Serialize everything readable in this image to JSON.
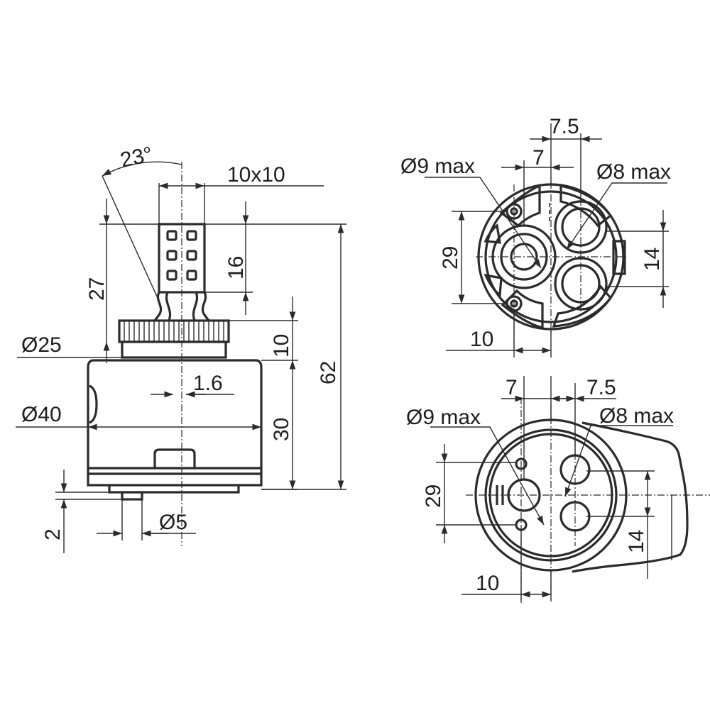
{
  "side_view": {
    "angle": "23°",
    "stem_square": "10x10",
    "stem_height": "16",
    "overall_stem": "27",
    "collar_height": "10",
    "collar_diameter": "Ø25",
    "offset": "1.6",
    "body_diameter": "Ø40",
    "body_height": "30",
    "total_height": "62",
    "pin_diameter": "Ø5",
    "pin_height": "2"
  },
  "base_view": {
    "port_large": "Ø9 max",
    "port_small": "Ø8 max",
    "offset_a": "7.5",
    "offset_b": "7",
    "span_29": "29",
    "span_14": "14",
    "span_10": "10"
  },
  "seat_view": {
    "port_large": "Ø9 max",
    "port_small": "Ø8 max",
    "offset_a": "7",
    "offset_b": "7.5",
    "span_29": "29",
    "span_14": "14",
    "span_10": "10"
  }
}
